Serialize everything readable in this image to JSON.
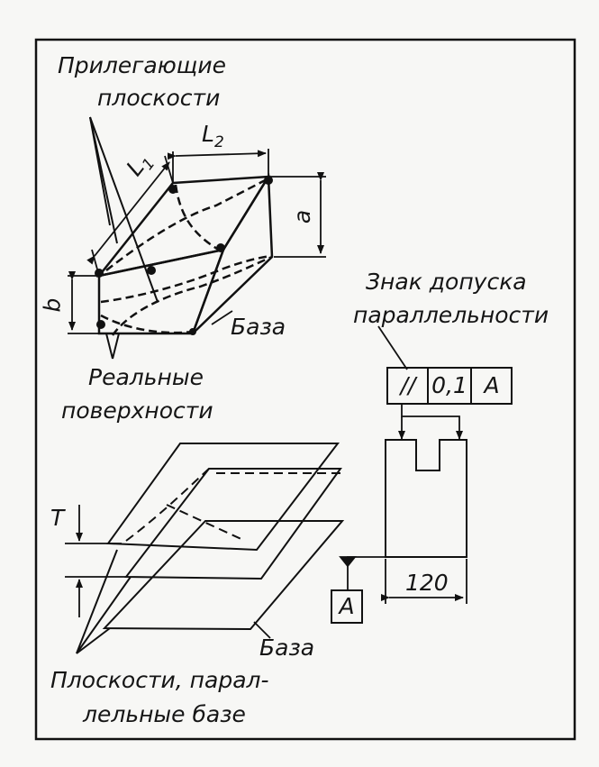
{
  "labels": {
    "adjacent_planes_line1": "Прилегающие",
    "adjacent_planes_line2": "плоскости",
    "dim_L1": "L",
    "dim_L1_sub": "1",
    "dim_L2": "L",
    "dim_L2_sub": "2",
    "dim_a": "a",
    "dim_b": "b",
    "base_top": "База",
    "real_surfaces_line1": "Реальные",
    "real_surfaces_line2": "поверхности",
    "tolerance_sign_line1": "Знак допуска",
    "tolerance_sign_line2": "параллельности",
    "dim_T": "T",
    "dim_120": "120",
    "datum_letter": "A",
    "base_bottom": "База",
    "planes_parallel_line1": "Плоскости, парал-",
    "planes_parallel_line2": "лельные базе"
  },
  "tolerance_frame": {
    "symbol": "//",
    "value": "0,1",
    "datum": "A"
  }
}
